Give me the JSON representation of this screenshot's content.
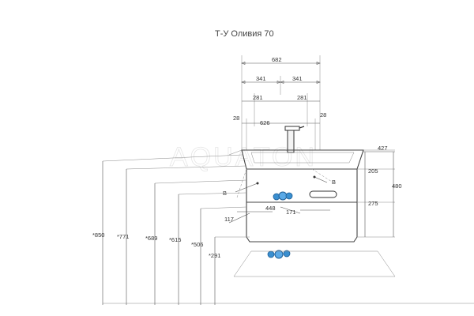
{
  "title": "Т-У Оливия 70",
  "watermark": "AQUATON",
  "colors": {
    "connector": "#3a8fd0",
    "connector_inner": "#1f5f96",
    "line": "#555555"
  },
  "top_dims": {
    "total_width": "682",
    "half_left": "341",
    "half_right": "341",
    "offset_left": "281",
    "offset_right": "281",
    "edge_left": "28",
    "edge_right": "28",
    "inner_width": "626"
  },
  "right_dims": {
    "depth": "427",
    "drawer_top": "205",
    "height": "480",
    "drawer_bottom": "275"
  },
  "left_heights": [
    "*850",
    "*771",
    "*689",
    "*615",
    "*506",
    "*291"
  ],
  "center_dims": {
    "offset_117": "117",
    "offset_448": "448",
    "offset_171": "171"
  },
  "labels": {
    "b_left": "B",
    "b_right": "B"
  }
}
